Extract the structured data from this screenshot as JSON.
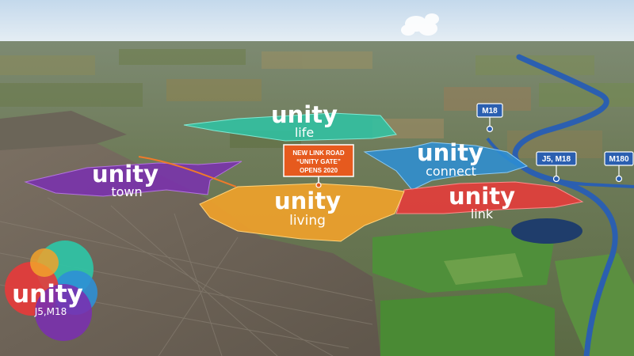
{
  "zones": {
    "life": {
      "brand": "unity",
      "name": "life",
      "color": "#2ec4a6"
    },
    "town": {
      "brand": "unity",
      "name": "town",
      "color": "#7a2fb0"
    },
    "living": {
      "brand": "unity",
      "name": "living",
      "color": "#f2a22a"
    },
    "connect": {
      "brand": "unity",
      "name": "connect",
      "color": "#2d8fd6"
    },
    "link": {
      "brand": "unity",
      "name": "link",
      "color": "#e83a3a"
    }
  },
  "callout": {
    "line1": "NEW LINK ROAD",
    "line2": "“UNITY GATE”",
    "line3": "OPENS 2020",
    "color": "#e65a1e"
  },
  "road_signs": {
    "m18": "M18",
    "j5_m18": "J5, M18",
    "m180": "M180"
  },
  "logo": {
    "brand": "unity",
    "tagline": "J5,M18"
  }
}
